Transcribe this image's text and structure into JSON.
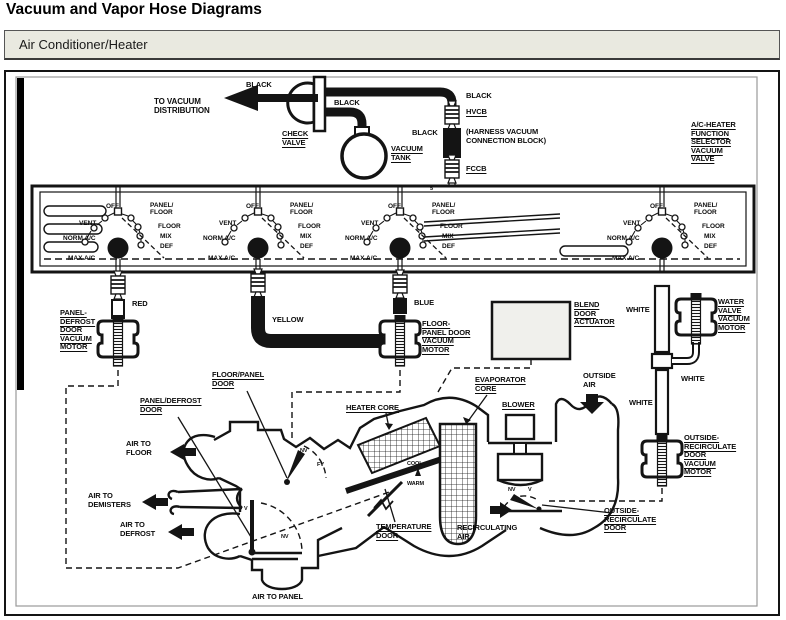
{
  "page": {
    "title": "Vacuum and Vapor Hose Diagrams",
    "section": "Air Conditioner/Heater"
  },
  "colors": {
    "section_bg": "#e9e9e0",
    "line": "#141414",
    "paper": "#ffffff"
  },
  "panel": {
    "off": "OFF",
    "vent": "VENT",
    "norm_ac": "NORM A/C",
    "max_ac": "MAX A/C",
    "panel_floor": "PANEL/\nFLOOR",
    "floor": "FLOOR",
    "mix": "MIX",
    "def": "DEF",
    "marker": "5"
  },
  "labels": {
    "to_vacuum_distribution": "TO VACUUM\nDISTRIBUTION",
    "black_top": "BLACK",
    "black_mid": "BLACK",
    "black_right": "BLACK",
    "black_hvcb": "BLACK",
    "check_valve": "CHECK\nVALVE",
    "vacuum_tank": "VACUUM\nTANK",
    "hvcb": "HVCB",
    "harness_note": "(HARNESS VACUUM\nCONNECTION BLOCK)",
    "fccb": "FCCB",
    "ac_heater_valve": "A/C-HEATER\nFUNCTION\nSELECTOR\nVACUUM\nVALVE",
    "red": "RED",
    "panel_defrost_motor": "PANEL-\nDEFROST\nDOOR\nVACUUM\nMOTOR",
    "yellow": "YELLOW",
    "blue": "BLUE",
    "floor_panel_motor": "FLOOR-\nPANEL DOOR\nVACUUM\nMOTOR",
    "blend_door_actuator": "BLEND\nDOOR\nACTUATOR",
    "white_right": "WHITE",
    "water_valve_motor": "WATER\nVALVE\nVACUUM\nMOTOR",
    "white_elbow": "WHITE",
    "white_lower": "WHITE",
    "outside_recirc_motor": "OUTSIDE-\nRECIRCULATE\nDOOR\nVACUUM\nMOTOR",
    "floor_panel_door": "FLOOR/PANEL\nDOOR",
    "panel_defrost_door": "PANEL/DEFROST\nDOOR",
    "heater_core": "HEATER CORE",
    "evaporator_core": "EVAPORATOR\nCORE",
    "blower": "BLOWER",
    "outside_air": "OUTSIDE\nAIR",
    "air_to_floor": "AIR TO\nFLOOR",
    "air_to_demisters": "AIR TO\nDEMISTERS",
    "air_to_defrost": "AIR TO\nDEFROST",
    "temperature_door": "TEMPERATURE\nDOOR",
    "recirculating_air": "RECIRCULATING\nAIR",
    "outside_recirculate_door": "OUTSIDE-\nRECIRCULATE\nDOOR",
    "air_to_panel": "AIR TO PANEL",
    "cool": "COOL",
    "warm": "WARM",
    "nv_floor_panel": "NV",
    "fv": "FV",
    "v_panel_defrost": "V",
    "nv_panel_defrost": "NV",
    "nv_recirc": "NV",
    "v_recirc": "V"
  }
}
